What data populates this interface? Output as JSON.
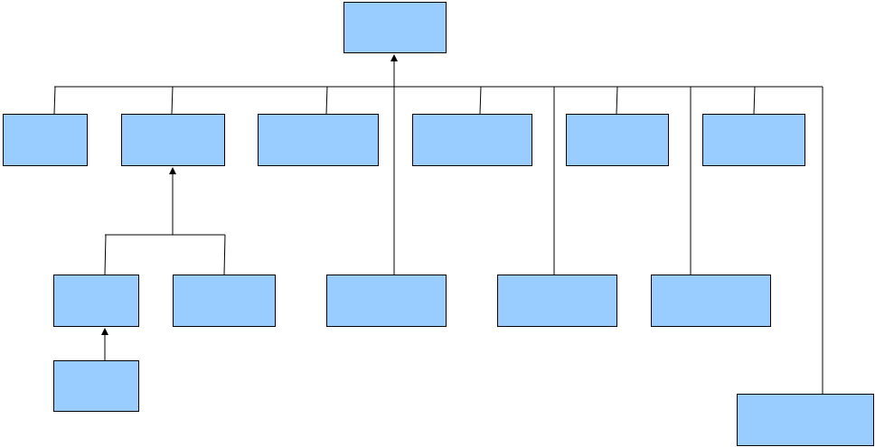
{
  "diagram": {
    "type": "hierarchy",
    "node_fill": "#99ccff",
    "line_color": "#000000",
    "nodes": [
      {
        "id": "root",
        "label": ""
      },
      {
        "id": "level1-a",
        "label": ""
      },
      {
        "id": "level1-b",
        "label": ""
      },
      {
        "id": "level1-c",
        "label": ""
      },
      {
        "id": "level1-d",
        "label": ""
      },
      {
        "id": "level1-e",
        "label": ""
      },
      {
        "id": "level1-f",
        "label": ""
      },
      {
        "id": "level2-a",
        "label": ""
      },
      {
        "id": "level2-b",
        "label": ""
      },
      {
        "id": "level2-c",
        "label": ""
      },
      {
        "id": "level2-d",
        "label": ""
      },
      {
        "id": "level2-e",
        "label": ""
      },
      {
        "id": "level3-a",
        "label": ""
      },
      {
        "id": "level3-b",
        "label": ""
      }
    ],
    "edges": [
      {
        "from": "level1-a",
        "to": "root"
      },
      {
        "from": "level1-b",
        "to": "root"
      },
      {
        "from": "level1-c",
        "to": "root"
      },
      {
        "from": "level1-d",
        "to": "root"
      },
      {
        "from": "level1-e",
        "to": "root"
      },
      {
        "from": "level1-f",
        "to": "root"
      },
      {
        "from": "level2-c",
        "to": "root"
      },
      {
        "from": "level2-d",
        "to": "root"
      },
      {
        "from": "level2-e",
        "to": "root"
      },
      {
        "from": "level3-b",
        "to": "root"
      },
      {
        "from": "level2-a",
        "to": "level1-b"
      },
      {
        "from": "level2-b",
        "to": "level1-b"
      },
      {
        "from": "level3-a",
        "to": "level2-a"
      }
    ]
  }
}
